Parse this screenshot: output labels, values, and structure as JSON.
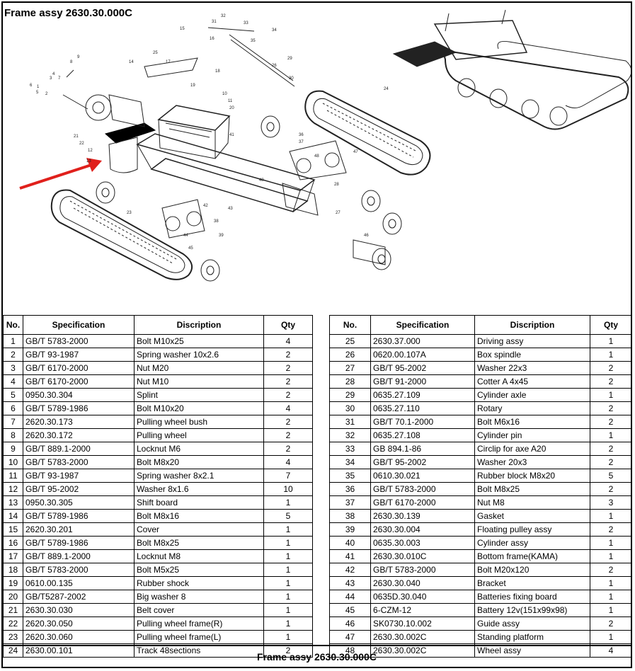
{
  "header": {
    "title": "Frame assy   2630.30.000C"
  },
  "footer": {
    "title": "Frame assy   2630.30.000C"
  },
  "table": {
    "headers": {
      "no": "No.",
      "spec": "Specification",
      "desc": "Discription",
      "qty": "Qty"
    },
    "left": [
      {
        "no": "1",
        "spec": "GB/T 5783-2000",
        "desc": "Bolt M10x25",
        "qty": "4"
      },
      {
        "no": "2",
        "spec": "GB/T 93-1987",
        "desc": "Spring washer 10x2.6",
        "qty": "2"
      },
      {
        "no": "3",
        "spec": "GB/T 6170-2000",
        "desc": "Nut M20",
        "qty": "2"
      },
      {
        "no": "4",
        "spec": "GB/T 6170-2000",
        "desc": "Nut M10",
        "qty": "2"
      },
      {
        "no": "5",
        "spec": "0950.30.304",
        "desc": "Splint",
        "qty": "2"
      },
      {
        "no": "6",
        "spec": "GB/T 5789-1986",
        "desc": "Bolt M10x20",
        "qty": "4"
      },
      {
        "no": "7",
        "spec": "2620.30.173",
        "desc": "Pulling wheel bush",
        "qty": "2"
      },
      {
        "no": "8",
        "spec": "2620.30.172",
        "desc": "Pulling wheel",
        "qty": "2"
      },
      {
        "no": "9",
        "spec": "GB/T 889.1-2000",
        "desc": "Locknut M6",
        "qty": "2"
      },
      {
        "no": "10",
        "spec": "GB/T 5783-2000",
        "desc": "Bolt M8x20",
        "qty": "4"
      },
      {
        "no": "11",
        "spec": "GB/T 93-1987",
        "desc": "Spring washer 8x2.1",
        "qty": "7"
      },
      {
        "no": "12",
        "spec": "GB/T 95-2002",
        "desc": " Washer 8x1.6",
        "qty": "10"
      },
      {
        "no": "13",
        "spec": "0950.30.305",
        "desc": "Shift board",
        "qty": "1"
      },
      {
        "no": "14",
        "spec": "GB/T 5789-1986",
        "desc": "Bolt M8x16",
        "qty": "5"
      },
      {
        "no": "15",
        "spec": "2620.30.201",
        "desc": "Cover",
        "qty": "1"
      },
      {
        "no": "16",
        "spec": "GB/T 5789-1986",
        "desc": "Bolt M8x25",
        "qty": "1"
      },
      {
        "no": "17",
        "spec": "GB/T 889.1-2000",
        "desc": "Locknut M8",
        "qty": "1"
      },
      {
        "no": "18",
        "spec": "GB/T 5783-2000",
        "desc": "Bolt M5x25",
        "qty": "1"
      },
      {
        "no": "19",
        "spec": "0610.00.135",
        "desc": "Rubber shock",
        "qty": "1"
      },
      {
        "no": "20",
        "spec": "GB/T5287-2002",
        "desc": "Big washer 8",
        "qty": "1"
      },
      {
        "no": "21",
        "spec": "2630.30.030",
        "desc": "Belt cover",
        "qty": "1"
      },
      {
        "no": "22",
        "spec": "2620.30.050",
        "desc": "Pulling wheel frame(R)",
        "qty": "1"
      },
      {
        "no": "23",
        "spec": "2620.30.060",
        "desc": "Pulling wheel frame(L)",
        "qty": "1"
      },
      {
        "no": "24",
        "spec": "2630.00.101",
        "desc": "Track 48sections",
        "qty": "2"
      }
    ],
    "right": [
      {
        "no": "25",
        "spec": "2630.37.000",
        "desc": "Driving assy",
        "qty": "1"
      },
      {
        "no": "26",
        "spec": "0620.00.107A",
        "desc": "Box spindle",
        "qty": "1"
      },
      {
        "no": "27",
        "spec": "GB/T 95-2002",
        "desc": "Washer 22x3",
        "qty": "2"
      },
      {
        "no": "28",
        "spec": "GB/T 91-2000",
        "desc": "Cotter  A 4x45",
        "qty": "2"
      },
      {
        "no": "29",
        "spec": "0635.27.109",
        "desc": "Cylinder axle",
        "qty": "1"
      },
      {
        "no": "30",
        "spec": "0635.27.110",
        "desc": "Rotary",
        "qty": "2"
      },
      {
        "no": "31",
        "spec": "GB/T 70.1-2000",
        "desc": "Bolt M6x16",
        "qty": "2"
      },
      {
        "no": "32",
        "spec": "0635.27.108",
        "desc": "Cylinder pin",
        "qty": "1"
      },
      {
        "no": "33",
        "spec": "GB 894.1-86",
        "desc": "Circlip for axe A20",
        "qty": "2"
      },
      {
        "no": "34",
        "spec": "GB/T 95-2002",
        "desc": "Washer 20x3",
        "qty": "2"
      },
      {
        "no": "35",
        "spec": "0610.30.021",
        "desc": "Rubber block M8x20",
        "qty": "5"
      },
      {
        "no": "36",
        "spec": "GB/T 5783-2000",
        "desc": "Bolt M8x25",
        "qty": "2"
      },
      {
        "no": "37",
        "spec": "GB/T 6170-2000",
        "desc": "Nut M8",
        "qty": "3"
      },
      {
        "no": "38",
        "spec": "2630.30.139",
        "desc": "Gasket",
        "qty": "1"
      },
      {
        "no": "39",
        "spec": "2630.30.004",
        "desc": "Floating pulley assy",
        "qty": "2"
      },
      {
        "no": "40",
        "spec": "0635.30.003",
        "desc": "Cylinder assy",
        "qty": "1"
      },
      {
        "no": "41",
        "spec": "2630.30.010C",
        "desc": "Bottom frame(KAMA)",
        "qty": "1"
      },
      {
        "no": "42",
        "spec": "GB/T 5783-2000",
        "desc": "Bolt M20x120",
        "qty": "2"
      },
      {
        "no": "43",
        "spec": "2630.30.040",
        "desc": "Bracket",
        "qty": "1"
      },
      {
        "no": "44",
        "spec": "0635D.30.040",
        "desc": "Batteries fixing board",
        "qty": "1"
      },
      {
        "no": "45",
        "spec": "6-CZM-12",
        "desc": "Battery 12v(151x99x98)",
        "qty": "1"
      },
      {
        "no": "46",
        "spec": "SK0730.10.002",
        "desc": "Guide assy",
        "qty": "2"
      },
      {
        "no": "47",
        "spec": "2630.30.002C",
        "desc": "Standing platform",
        "qty": "1"
      },
      {
        "no": "48",
        "spec": "2630.30.002C",
        "desc": "Wheel assy",
        "qty": "4"
      }
    ]
  },
  "drawing": {
    "callouts": [
      "1",
      "2",
      "3",
      "4",
      "5",
      "6",
      "7",
      "8",
      "9",
      "10",
      "11",
      "12",
      "13",
      "14",
      "15",
      "16",
      "17",
      "18",
      "19",
      "20",
      "21",
      "22",
      "23",
      "24",
      "25",
      "26",
      "27",
      "28",
      "29",
      "30",
      "31",
      "32",
      "33",
      "34",
      "35",
      "36",
      "37",
      "38",
      "39",
      "40",
      "41",
      "42",
      "43",
      "44",
      "45",
      "46",
      "47",
      "48"
    ],
    "arrow_color": "#e0201c"
  }
}
